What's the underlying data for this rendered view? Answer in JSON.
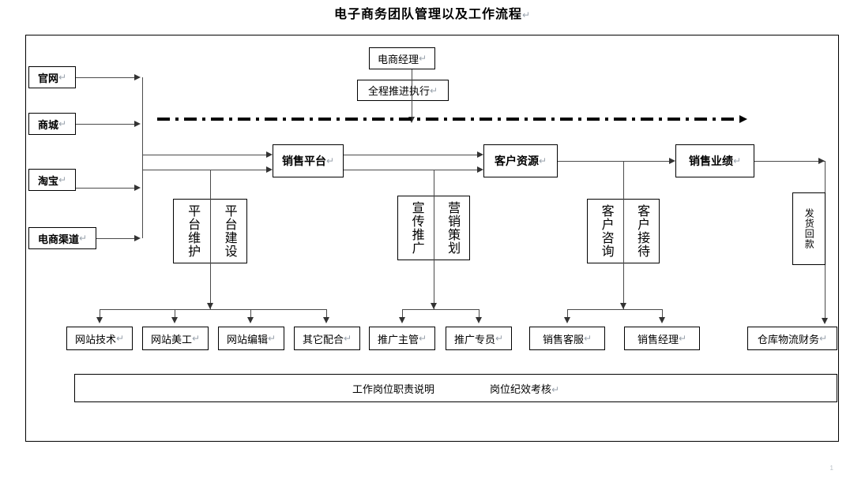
{
  "title": "电子商务团队管理以及工作流程",
  "pilcrow": "↵",
  "diagram": {
    "channels": [
      {
        "label": "官网"
      },
      {
        "label": "商城"
      },
      {
        "label": "淘宝"
      },
      {
        "label": "电商渠道"
      }
    ],
    "manager": {
      "label": "电商经理"
    },
    "manager_action": {
      "label": "全程推进执行"
    },
    "process": [
      {
        "label": "销售平台"
      },
      {
        "label": "客户资源"
      },
      {
        "label": "销售业绩"
      }
    ],
    "functions": [
      {
        "label": "平台维护"
      },
      {
        "label": "平台建设"
      },
      {
        "label": "宣传推广"
      },
      {
        "label": "营销策划"
      },
      {
        "label": "客户咨询"
      },
      {
        "label": "客户接待"
      },
      {
        "label": "发货回款"
      }
    ],
    "roles": [
      {
        "label": "网站技术"
      },
      {
        "label": "网站美工"
      },
      {
        "label": "网站编辑"
      },
      {
        "label": "其它配合"
      },
      {
        "label": "推广主管"
      },
      {
        "label": "推广专员"
      },
      {
        "label": "销售客服"
      },
      {
        "label": "销售经理"
      },
      {
        "label": "仓库物流财务"
      }
    ],
    "footer": {
      "left_label": "工作岗位职责说明",
      "right_label": "岗位纪效考核"
    },
    "page_number": "1"
  }
}
